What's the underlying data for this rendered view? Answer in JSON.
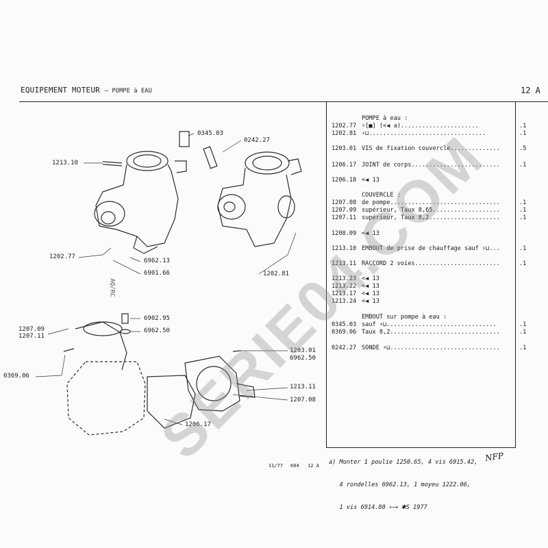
{
  "header": {
    "title": "EQUIPEMENT MOTEUR",
    "subtitle": "– POMPE à EAU",
    "page_code": "12 A"
  },
  "parts": [
    {
      "ref": "",
      "desc": "POMPE à eau :",
      "qty": ""
    },
    {
      "ref": "1202.77",
      "desc": "⚡[■] (<◀ a)......................",
      "qty": ".1"
    },
    {
      "ref": "1202.81",
      "desc": "⚡⊔.................................",
      "qty": ".1"
    },
    {
      "ref": "1203.01",
      "desc": "VIS de fixation couvercle..............",
      "qty": ".5"
    },
    {
      "ref": "1206.17",
      "desc": "JOINT de corps.........................",
      "qty": ".1"
    },
    {
      "ref": "1206.18",
      "desc": "<◀ 13",
      "qty": ""
    },
    {
      "ref": "",
      "desc": "COUVERCLE :",
      "qty": ""
    },
    {
      "ref": "1207.08",
      "desc": "de pompe...............................",
      "qty": ".1"
    },
    {
      "ref": "1207.09",
      "desc": "supérieur, Taux 8,65...................",
      "qty": ".1"
    },
    {
      "ref": "1207.11",
      "desc": "supérieur, Taux 8,2....................",
      "qty": ".1"
    },
    {
      "ref": "1208.09",
      "desc": "<◀ 13",
      "qty": ""
    },
    {
      "ref": "1213.10",
      "desc": "EMBOUT de prise de chauffage sauf ⚡⊔...",
      "qty": ".1"
    },
    {
      "ref": "1213.11",
      "desc": "RACCORD 2 voies........................",
      "qty": ".1"
    },
    {
      "ref": "1213.23",
      "desc": "<◀ 13",
      "qty": ""
    },
    {
      "ref": "1213.22",
      "desc": "<◀ 13",
      "qty": ""
    },
    {
      "ref": "1213.17",
      "desc": "<◀ 13",
      "qty": ""
    },
    {
      "ref": "1213.24",
      "desc": "<◀ 13",
      "qty": ""
    },
    {
      "ref": "",
      "desc": "EMBOUT sur pompe à eau :",
      "qty": ""
    },
    {
      "ref": "0345.03",
      "desc": "sauf ⚡⊔...............................",
      "qty": ".1"
    },
    {
      "ref": "0369.06",
      "desc": "Taux 8,2...............................",
      "qty": ".1"
    },
    {
      "ref": "0242.27",
      "desc": "SONDE ⚡⊔...............................",
      "qty": ".1"
    }
  ],
  "callouts": {
    "c0345_03": "0345.03",
    "c0242_27": "0242.27",
    "c1213_10": "1213.10",
    "c1202_77": "1202.77",
    "c6962_13": "6962.13",
    "c6901_66": "6901.66",
    "c1202_81": "1202.81",
    "c6902_95": "6902.95",
    "c6962_50a": "6962.50",
    "c1207_09": "1207.09",
    "c1207_11": "1207.11",
    "c0369_06": "0369.06",
    "c1203_01": "1203.01",
    "c6962_50b": "6962.50",
    "c1213_11": "1213.11",
    "c1207_08": "1207.08",
    "c1206_17": "1206.17"
  },
  "margin_stamp": "AQ/RC",
  "footer": {
    "date": "11/77",
    "model": "604",
    "code": "12 A"
  },
  "note": {
    "line1": "a) Monter 1 poulie 1250.65, 4 vis 6915.42,",
    "line2": "   4 rondelles 6962.13, 1 moyeu 1222.06,",
    "line3": "   1 vis 6914.80 ⟼ ✱S 1977"
  },
  "handwritten": "NFP",
  "watermark": "SERIE04.COM"
}
